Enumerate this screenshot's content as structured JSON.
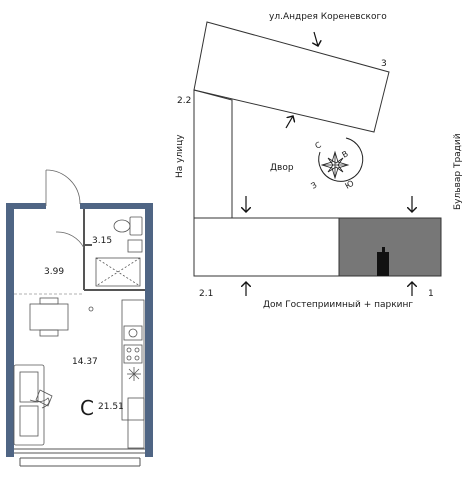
{
  "site_plan": {
    "street_top": "ул.Андрея Кореневского",
    "street_left": "На улицу",
    "street_right": "Бульвар Традий",
    "bottom_label": "Дом Гостеприимный + паркинг",
    "courtyard": "Двор",
    "corners": {
      "c3": "3",
      "c2_2": "2.2",
      "c2_1": "2.1",
      "c1": "1"
    },
    "compass": {
      "north": "С",
      "east": "В",
      "south": "Ю",
      "west": "З"
    }
  },
  "floor_plan": {
    "rooms": {
      "bath": "3.15",
      "hall": "3.99",
      "living": "14.37"
    },
    "total_area": "21.51",
    "unit_badge": "С"
  },
  "colors": {
    "wall": "#4f6584",
    "building_fill": "#777777",
    "line": "#333333"
  }
}
